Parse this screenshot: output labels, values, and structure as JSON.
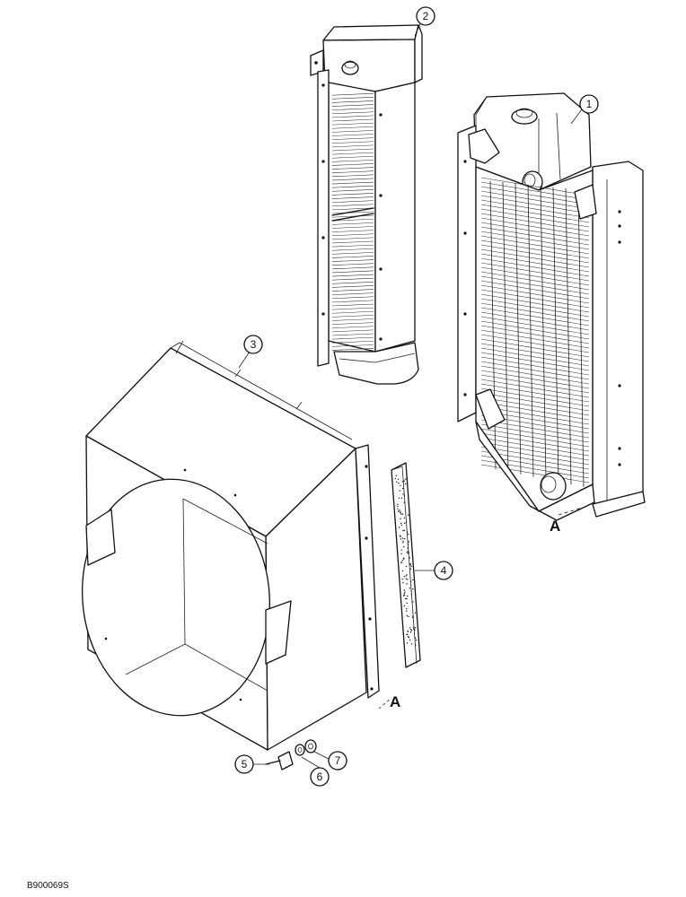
{
  "callouts": {
    "c1": "1",
    "c2": "2",
    "c3": "3",
    "c4": "4",
    "c5": "5",
    "c6": "6",
    "c7": "7"
  },
  "references": {
    "a_top": "A",
    "a_bottom": "A"
  },
  "figure_id": "B900069S"
}
